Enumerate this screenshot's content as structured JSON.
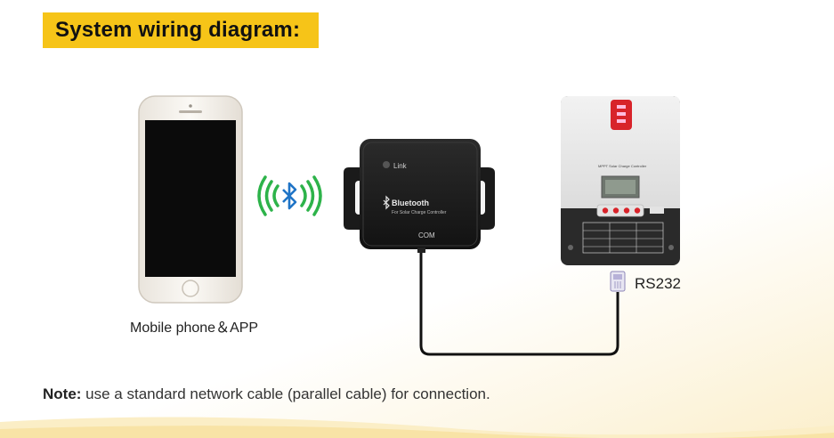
{
  "header": {
    "title": "System wiring diagram:"
  },
  "phone": {
    "label": "Mobile phone＆APP"
  },
  "bluetooth_module": {
    "link_label": "Link",
    "brand_label": "Bluetooth",
    "sub_label": "For Solar Charge Controller",
    "port_label": "COM"
  },
  "controller": {
    "port_label": "RS232",
    "panel_title": "MPPT Solar Charge Controller"
  },
  "note": {
    "prefix": "Note:",
    "text": " use a standard network cable (parallel cable) for connection."
  },
  "colors": {
    "banner": "#f6c418",
    "bluetooth_waves": "#2db34a",
    "bluetooth_icon": "#1f74c6",
    "controller_accent": "#d8232a"
  }
}
